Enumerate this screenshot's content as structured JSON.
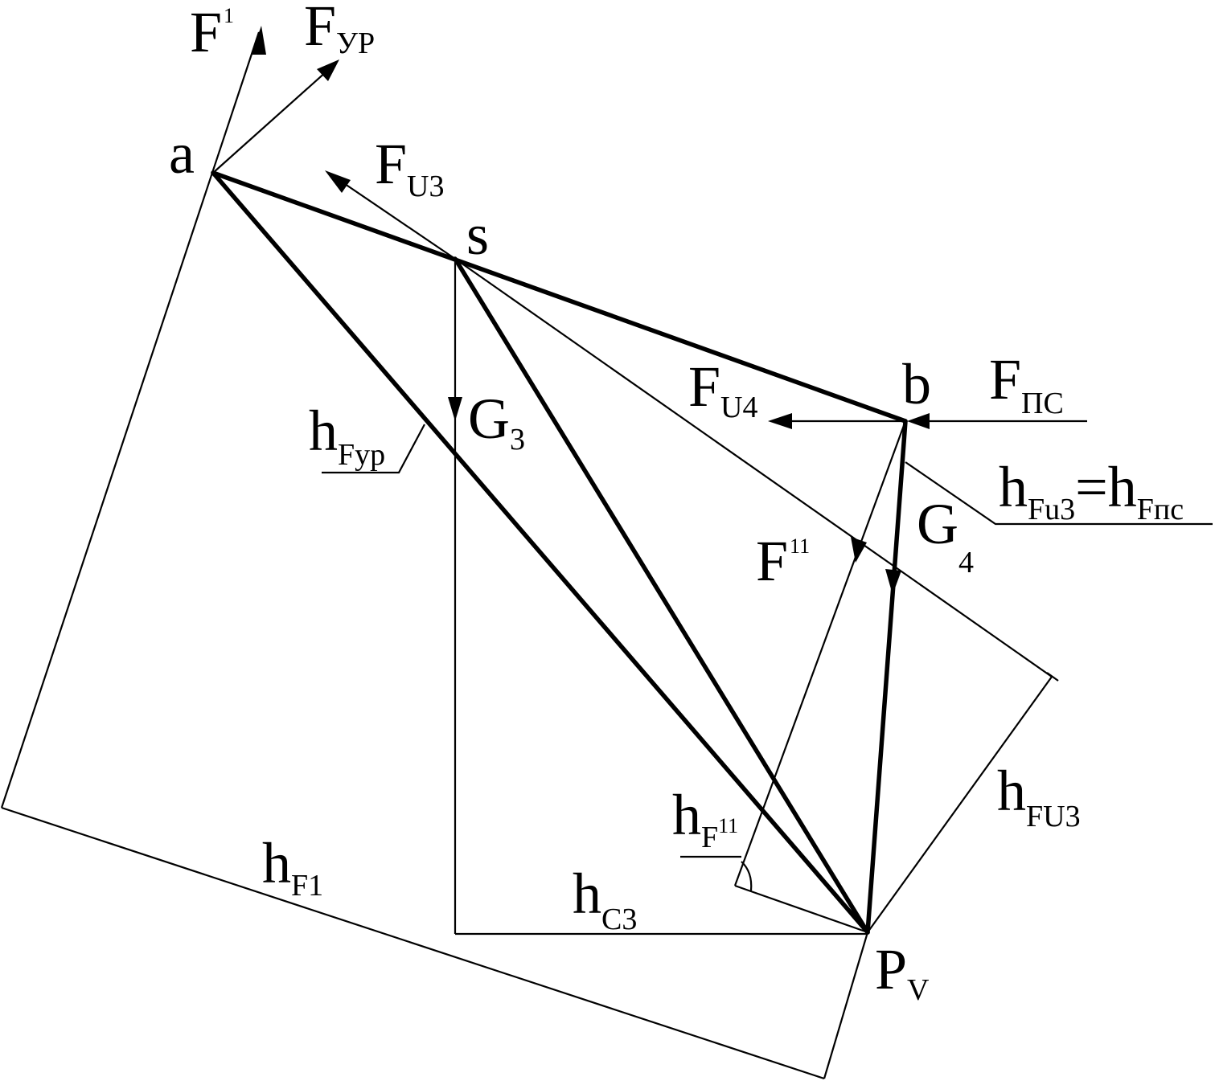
{
  "labels": {
    "f1_top": {
      "main": "F",
      "sup": "1"
    },
    "f_yp": {
      "main": "F",
      "sub": "УР"
    },
    "a": "a",
    "f_u3": {
      "main": "F",
      "sub": "U3"
    },
    "s": "s",
    "g3": {
      "main": "G",
      "sub": "3"
    },
    "h_fyp": {
      "main": "h",
      "sub": "Fyp"
    },
    "f_u4": {
      "main": "F",
      "sub": "U4"
    },
    "b": "b",
    "f_pc": {
      "main": "F",
      "sub": "ПС"
    },
    "h_fu3_eq": {
      "main1": "h",
      "sub1": "Fu3",
      "eq": "=",
      "main2": "h",
      "sub2": "Fпс"
    },
    "f11": {
      "main": "F",
      "sup": "11"
    },
    "g4": {
      "main": "G",
      "sub": "4"
    },
    "h_fu3_right": {
      "main": "h",
      "sub": "FU3"
    },
    "h_f11": {
      "main": "h",
      "sub": "F",
      "sup": "11"
    },
    "h_f1": {
      "main": "h",
      "sub": "F1"
    },
    "h_c3": {
      "main": "h",
      "sub": "C3"
    },
    "p_v": {
      "main": "P",
      "sub": "V"
    }
  }
}
